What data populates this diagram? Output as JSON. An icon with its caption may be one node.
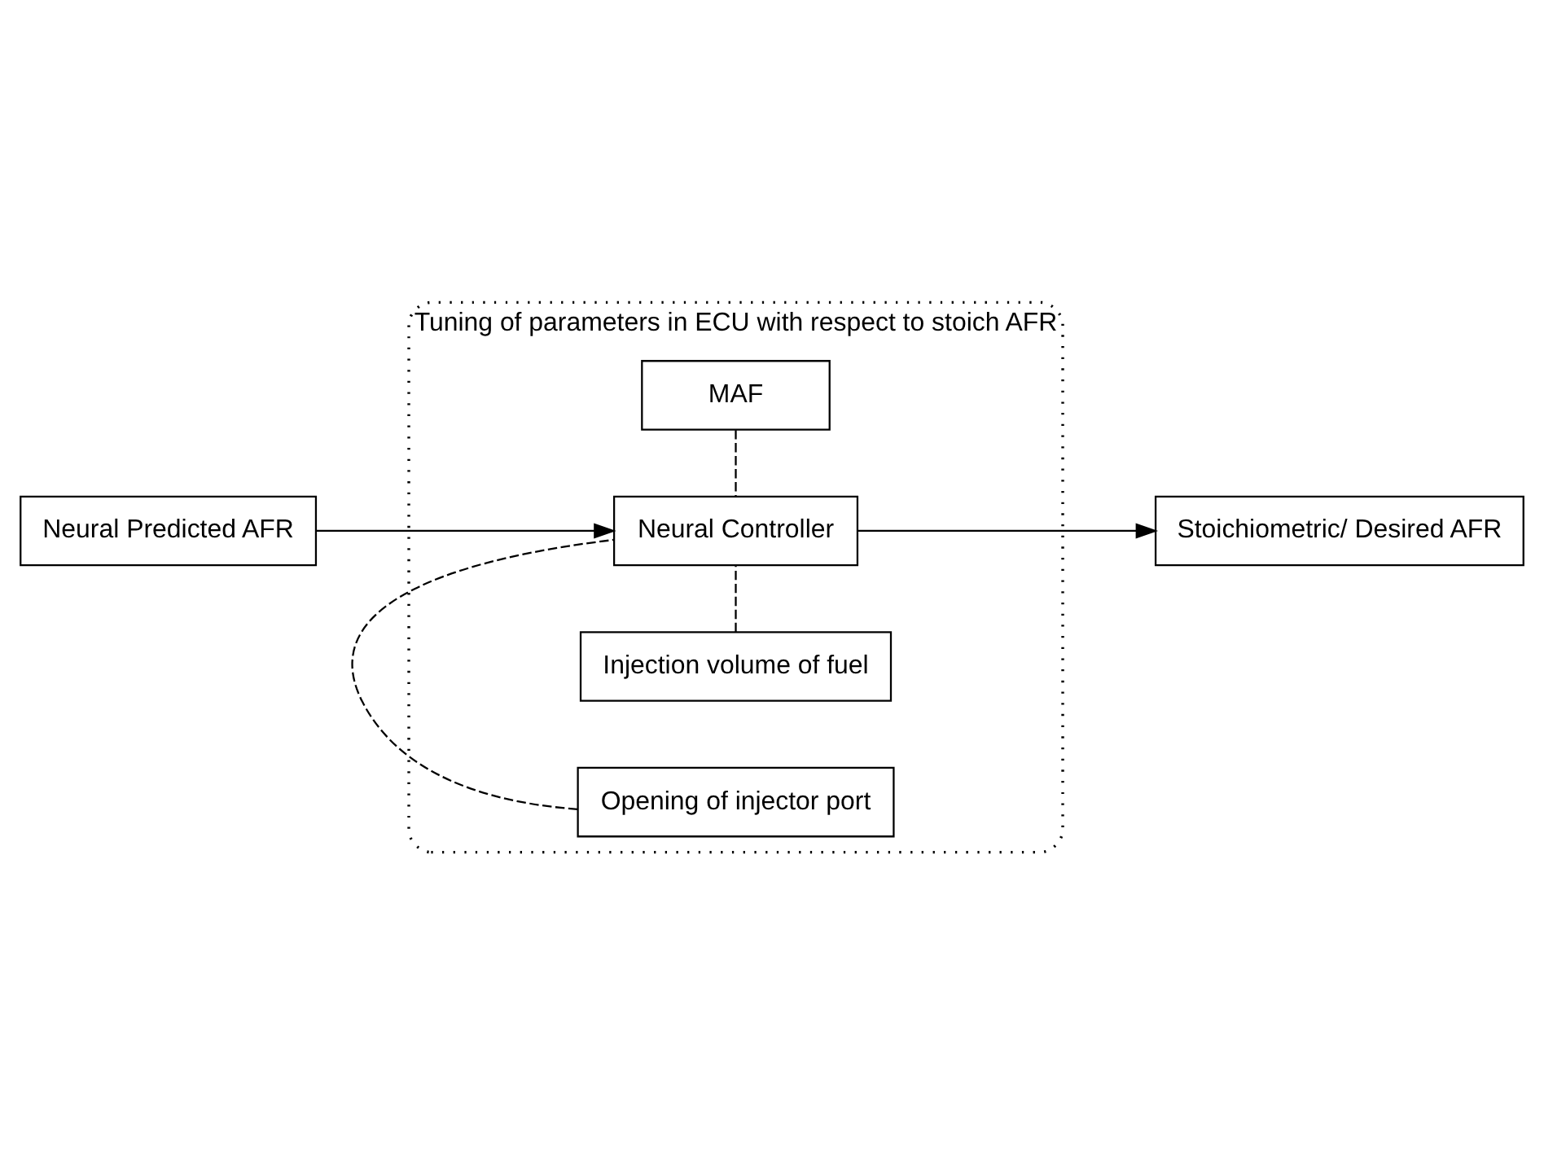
{
  "diagram": {
    "nodes": [
      {
        "text": [
          "Tuning of parameters in ECU with respect to stoich AFR"
        ]
      },
      {
        "text": [
          "MAF"
        ],
        "in": 0
      },
      {
        "text": [
          "Neural Controller"
        ],
        "in": 0
      },
      {
        "text": [
          "Injection volume of fuel"
        ],
        "in": 0
      },
      {
        "text": [
          "Opening of injector port"
        ],
        "in": 0
      },
      {
        "text": [
          "Neural Predicted AFR"
        ]
      },
      {
        "text": [
          "Stoichiometric/ Desired AFR"
        ]
      }
    ],
    "edges": [
      {
        "from": 5,
        "to": 2,
        "arrow": "to"
      },
      {
        "from": 2,
        "to": 6,
        "arrow": "to"
      },
      {
        "from": 1,
        "to": 2,
        "arrow": "none",
        "style": "dashed"
      },
      {
        "from": 3,
        "to": 2,
        "arrow": "none",
        "style": "dashed"
      },
      {
        "from": 4,
        "to": 2,
        "arrow": "none",
        "style": "dashed"
      }
    ]
  }
}
